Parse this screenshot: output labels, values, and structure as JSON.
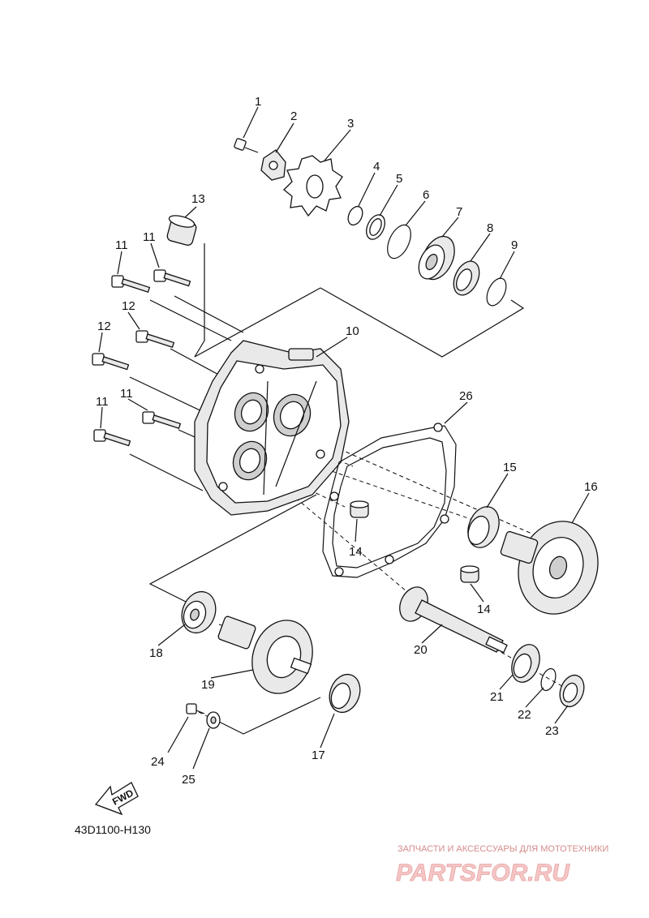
{
  "diagram": {
    "code": "43D1100-H130",
    "fwd_label": "FWD",
    "watermark": {
      "caption": "ЗАПЧАСТИ И АКСЕССУАРЫ ДЛЯ МОТОТЕХНИКИ",
      "brand": "PARTSFOR.RU"
    },
    "callouts": [
      {
        "id": "c1",
        "text": "1"
      },
      {
        "id": "c2",
        "text": "2"
      },
      {
        "id": "c3",
        "text": "3"
      },
      {
        "id": "c4",
        "text": "4"
      },
      {
        "id": "c5",
        "text": "5"
      },
      {
        "id": "c6",
        "text": "6"
      },
      {
        "id": "c7",
        "text": "7"
      },
      {
        "id": "c8",
        "text": "8"
      },
      {
        "id": "c9",
        "text": "9"
      },
      {
        "id": "c10",
        "text": "10"
      },
      {
        "id": "c11a",
        "text": "11"
      },
      {
        "id": "c11b",
        "text": "11"
      },
      {
        "id": "c11c",
        "text": "11"
      },
      {
        "id": "c11d",
        "text": "11"
      },
      {
        "id": "c12a",
        "text": "12"
      },
      {
        "id": "c12b",
        "text": "12"
      },
      {
        "id": "c13",
        "text": "13"
      },
      {
        "id": "c14a",
        "text": "14"
      },
      {
        "id": "c14b",
        "text": "14"
      },
      {
        "id": "c15",
        "text": "15"
      },
      {
        "id": "c16",
        "text": "16"
      },
      {
        "id": "c17",
        "text": "17"
      },
      {
        "id": "c18",
        "text": "18"
      },
      {
        "id": "c19",
        "text": "19"
      },
      {
        "id": "c20",
        "text": "20"
      },
      {
        "id": "c21",
        "text": "21"
      },
      {
        "id": "c22",
        "text": "22"
      },
      {
        "id": "c23",
        "text": "23"
      },
      {
        "id": "c24",
        "text": "24"
      },
      {
        "id": "c25",
        "text": "25"
      },
      {
        "id": "c26",
        "text": "26"
      }
    ]
  }
}
